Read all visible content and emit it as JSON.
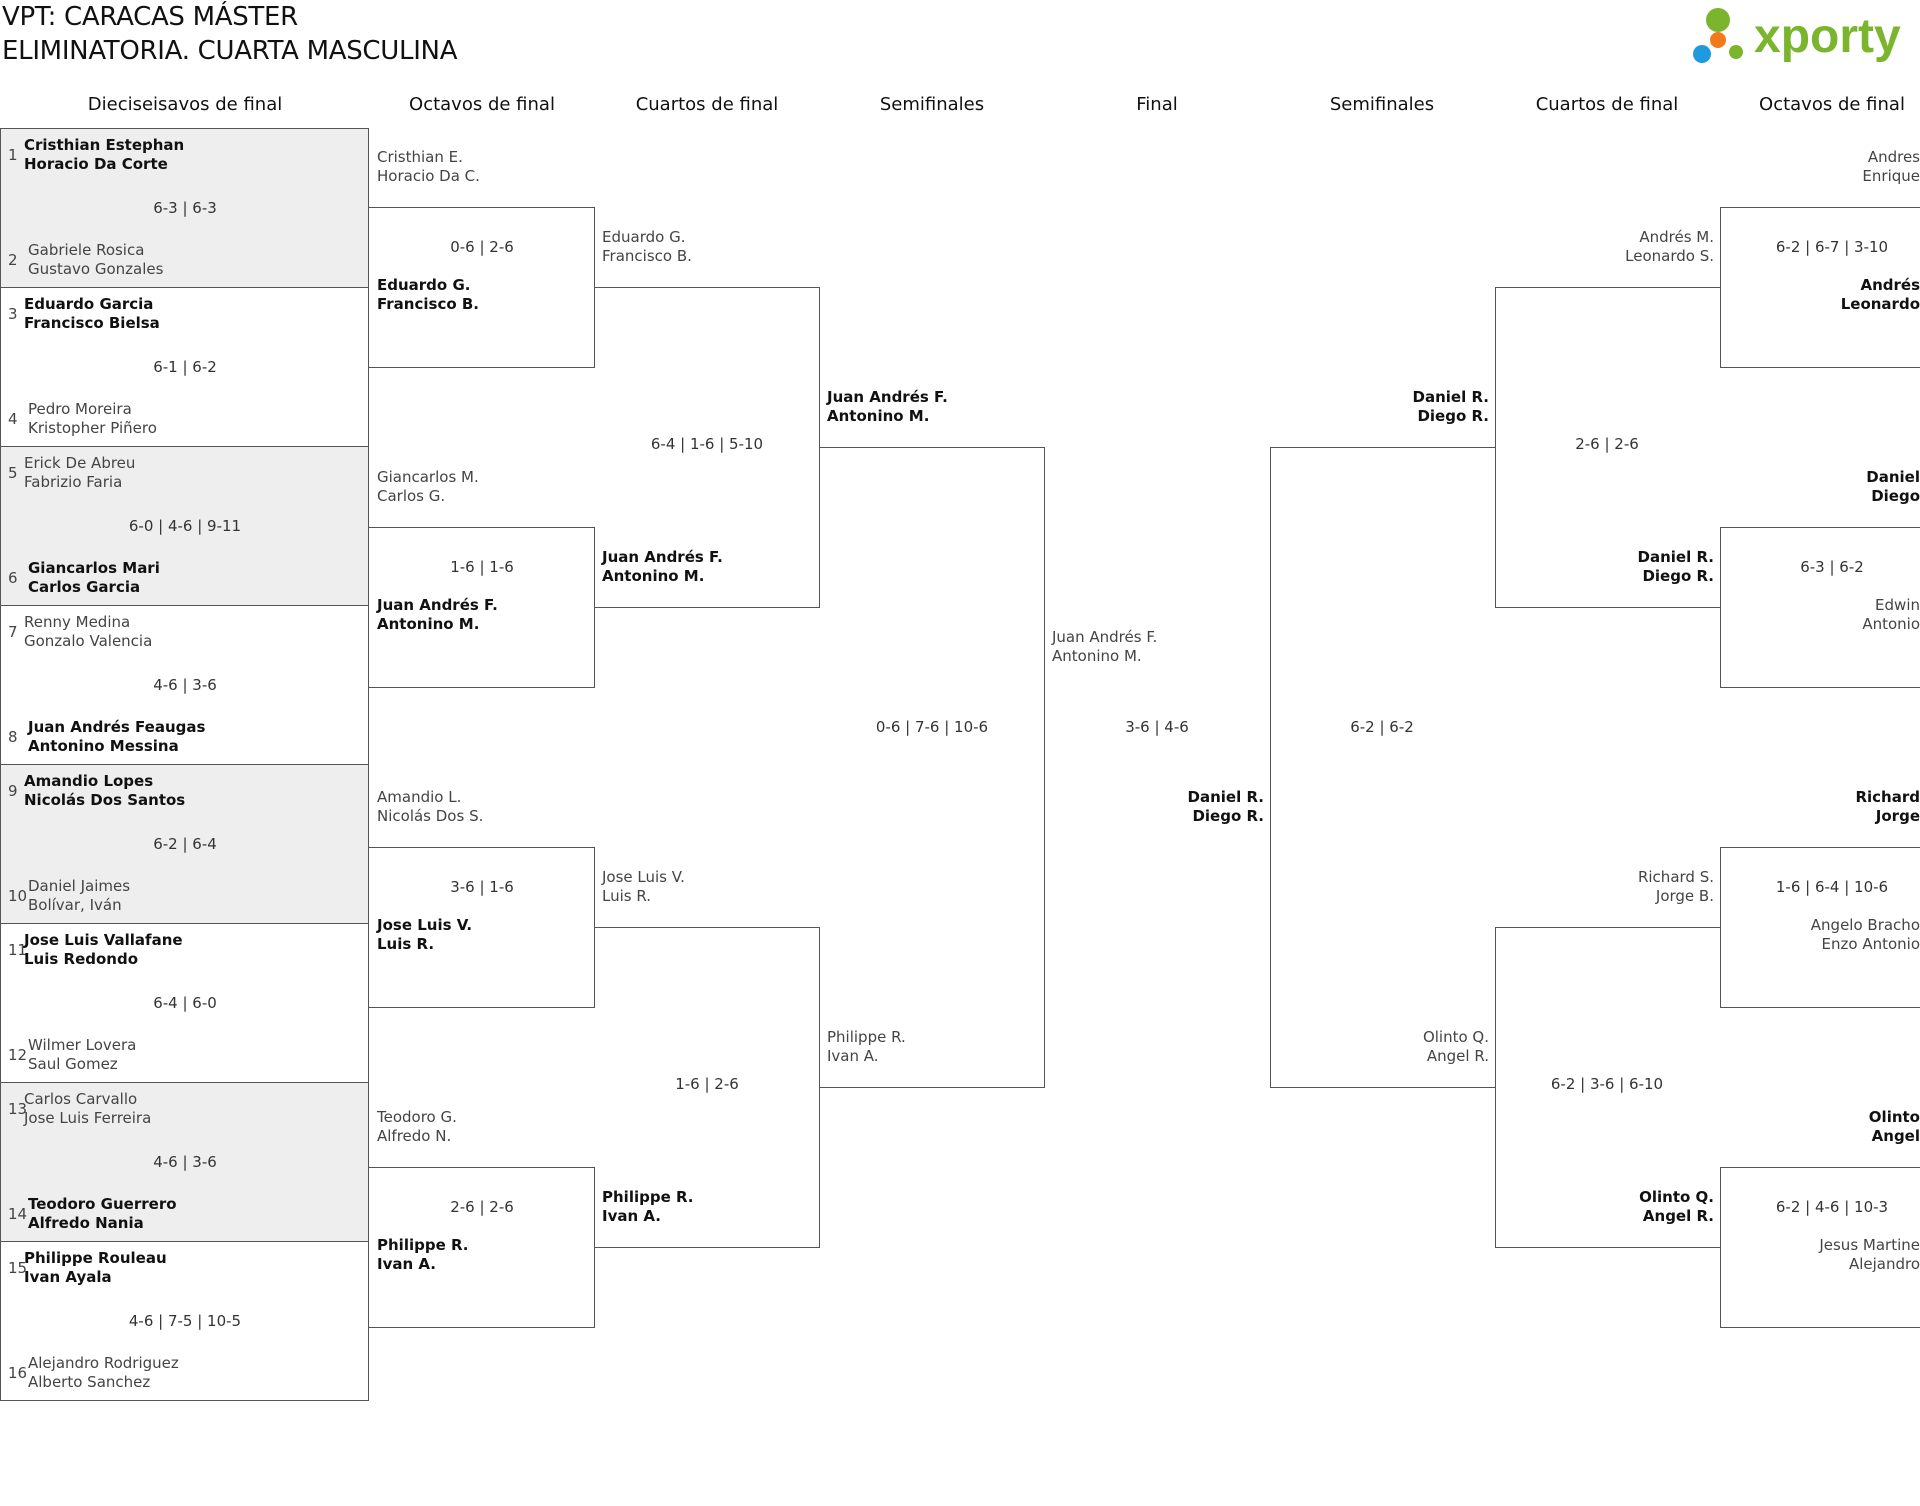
{
  "header": {
    "title_line1": "VPT: CARACAS MÁSTER",
    "title_line2": "ELIMINATORIA. CUARTA MASCULINA",
    "logo_text": "xporty"
  },
  "colors": {
    "logo_green": "#7ab52d",
    "logo_blue": "#1e9be0",
    "logo_orange": "#f07a1c",
    "shade": "#eeeeee"
  },
  "columns": [
    "Dieciseisavos de final",
    "Octavos de final",
    "Cuartos de final",
    "Semifinales",
    "Final",
    "Semifinales",
    "Cuartos de final",
    "Octavos de final"
  ],
  "r32": [
    {
      "seed_a": "1",
      "a": [
        "Cristhian Estephan",
        "Horacio Da Corte"
      ],
      "seed_b": "2",
      "b": [
        "Gabriele Rosica",
        "Gustavo Gonzales"
      ],
      "score": "6-3 | 6-3",
      "winner": "a"
    },
    {
      "seed_a": "3",
      "a": [
        "Eduardo Garcia",
        "Francisco Bielsa"
      ],
      "seed_b": "4",
      "b": [
        "Pedro Moreira",
        "Kristopher Piñero"
      ],
      "score": "6-1 | 6-2",
      "winner": "a"
    },
    {
      "seed_a": "5",
      "a": [
        "Erick De Abreu",
        "Fabrizio Faria"
      ],
      "seed_b": "6",
      "b": [
        "Giancarlos Mari",
        "Carlos Garcia"
      ],
      "score": "6-0 | 4-6 | 9-11",
      "winner": "b"
    },
    {
      "seed_a": "7",
      "a": [
        "Renny Medina",
        "Gonzalo Valencia"
      ],
      "seed_b": "8",
      "b": [
        "Juan Andrés Feaugas",
        "Antonino Messina"
      ],
      "score": "4-6 | 3-6",
      "winner": "b"
    },
    {
      "seed_a": "9",
      "a": [
        "Amandio Lopes",
        "Nicolás Dos Santos"
      ],
      "seed_b": "10",
      "b": [
        "Daniel Jaimes",
        "Bolívar, Iván"
      ],
      "score": "6-2 | 6-4",
      "winner": "a"
    },
    {
      "seed_a": "11",
      "a": [
        "Jose Luis Vallafane",
        "Luis Redondo"
      ],
      "seed_b": "12",
      "b": [
        "Wilmer Lovera",
        "Saul Gomez"
      ],
      "score": "6-4 | 6-0",
      "winner": "a"
    },
    {
      "seed_a": "13",
      "a": [
        "Carlos Carvallo",
        "Jose Luis Ferreira"
      ],
      "seed_b": "14",
      "b": [
        "Teodoro Guerrero",
        "Alfredo Nania"
      ],
      "score": "4-6 | 3-6",
      "winner": "b"
    },
    {
      "seed_a": "15",
      "a": [
        "Philippe Rouleau",
        "Ivan Ayala"
      ],
      "seed_b": "16",
      "b": [
        "Alejandro Rodriguez",
        "Alberto Sanchez"
      ],
      "score": "4-6 | 7-5 | 10-5",
      "winner": "a"
    }
  ],
  "left_r16": [
    {
      "a": [
        "Cristhian E.",
        "Horacio Da C."
      ],
      "b": [
        "Eduardo G.",
        "Francisco B."
      ],
      "score": "0-6 | 2-6",
      "winner": "b"
    },
    {
      "a": [
        "Giancarlos M.",
        "Carlos G."
      ],
      "b": [
        "Juan Andrés F.",
        "Antonino M."
      ],
      "score": "1-6 | 1-6",
      "winner": "b"
    },
    {
      "a": [
        "Amandio L.",
        "Nicolás Dos S."
      ],
      "b": [
        "Jose Luis V.",
        "Luis R."
      ],
      "score": "3-6 | 1-6",
      "winner": "b"
    },
    {
      "a": [
        "Teodoro G.",
        "Alfredo N."
      ],
      "b": [
        "Philippe R.",
        "Ivan A."
      ],
      "score": "2-6 | 2-6",
      "winner": "b"
    }
  ],
  "left_qf": [
    {
      "a": [
        "Eduardo G.",
        "Francisco B."
      ],
      "b": [
        "Juan Andrés F.",
        "Antonino M."
      ],
      "score": "6-4 | 1-6 | 5-10",
      "winner": "b"
    },
    {
      "a": [
        "Jose Luis V.",
        "Luis R."
      ],
      "b": [
        "Philippe R.",
        "Ivan A."
      ],
      "score": "1-6 | 2-6",
      "winner": "b"
    }
  ],
  "left_sf": {
    "a": [
      "Juan Andrés F.",
      "Antonino M."
    ],
    "b": [
      "Philippe R.",
      "Ivan A."
    ],
    "score": "0-6 | 7-6 | 10-6",
    "winner": "a"
  },
  "final": {
    "a": [
      "Juan Andrés F.",
      "Antonino M."
    ],
    "b": [
      "Daniel R.",
      "Diego R."
    ],
    "score": "3-6 | 4-6",
    "winner": "b"
  },
  "right_sf": {
    "a": [
      "Daniel R.",
      "Diego R."
    ],
    "b": [
      "Olinto Q.",
      "Angel R."
    ],
    "score": "6-2 | 6-2",
    "winner": "a"
  },
  "right_qf": [
    {
      "a": [
        "Andrés M.",
        "Leonardo S."
      ],
      "b": [
        "Daniel R.",
        "Diego R."
      ],
      "score": "2-6 | 2-6",
      "winner": "b"
    },
    {
      "a": [
        "Richard S.",
        "Jorge B."
      ],
      "b": [
        "Olinto Q.",
        "Angel R."
      ],
      "score": "6-2 | 3-6 | 6-10",
      "winner": "b"
    }
  ],
  "right_r16": [
    {
      "a": [
        "Andres",
        "Enrique"
      ],
      "b": [
        "Andrés",
        "Leonardo"
      ],
      "score": "6-2 | 6-7 | 3-10",
      "winner": "b"
    },
    {
      "a": [
        "Daniel",
        "Diego"
      ],
      "b": [
        "Edwin",
        "Antonio"
      ],
      "score": "6-3 | 6-2",
      "winner": "a"
    },
    {
      "a": [
        "Richard",
        "Jorge"
      ],
      "b": [
        "Angelo Bracho",
        "Enzo Antonio"
      ],
      "score": "1-6 | 6-4 | 10-6",
      "winner": "a"
    },
    {
      "a": [
        "Olinto",
        "Angel"
      ],
      "b": [
        "Jesus Martine",
        "Alejandro"
      ],
      "score": "6-2 | 4-6 | 10-3",
      "winner": "a"
    }
  ]
}
